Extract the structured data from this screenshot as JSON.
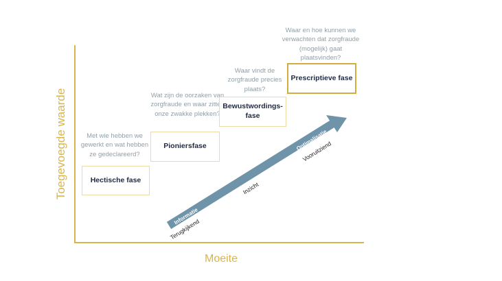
{
  "axes": {
    "y_label": "Toegevoegde waarde",
    "x_label": "Moeite"
  },
  "phases": [
    {
      "label": "Hectische fase",
      "question": "Met wie hebben we gewerkt en wat hebben ze gedeclareerd?"
    },
    {
      "label": "Pioniersfase",
      "question": "Wat zijn de oorzaken van zorgfraude en waar zitten onze zwakke plekken?"
    },
    {
      "label": "Bewustwordings-fase",
      "question": "Waar vindt de zorgfraude precies plaats?"
    },
    {
      "label": "Prescriptieve fase",
      "question": "Waar en hoe kunnen we verwachten dat zorgfraude (mogelijk) gaat plaatsvinden?"
    }
  ],
  "arrow": {
    "color": "#6f93a8",
    "start_label_on": "Informatie",
    "start_label_below": "Terugkijkend",
    "middle_label": "Inzicht",
    "end_label_on": "Optimalisatie",
    "end_label_below": "Vooruitziend"
  },
  "colors": {
    "axis": "#d8b54a",
    "box_light_border": "#ecd9a6",
    "box_strong_border": "#d1ad40",
    "box_text": "#1f2a44",
    "question_text": "#8f9fa8"
  }
}
